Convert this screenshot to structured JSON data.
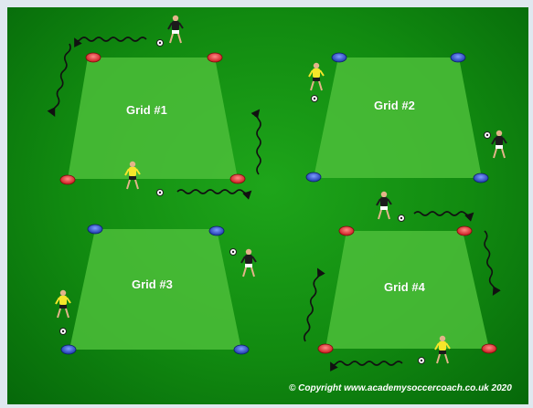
{
  "grids": [
    {
      "label": "Grid #1",
      "cone_color": "#e3262a"
    },
    {
      "label": "Grid #2",
      "cone_color": "#2146c9"
    },
    {
      "label": "Grid #3",
      "cone_color": "#2146c9"
    },
    {
      "label": "Grid #4",
      "cone_color": "#e3262a"
    }
  ],
  "copyright": "© Copyright www.academysoccercoach.co.uk 2020",
  "colors": {
    "field": "#118a10",
    "grid_area": "#4cbe3a",
    "red_team": "#f5e62a",
    "black_team": "#1b1b1b"
  }
}
